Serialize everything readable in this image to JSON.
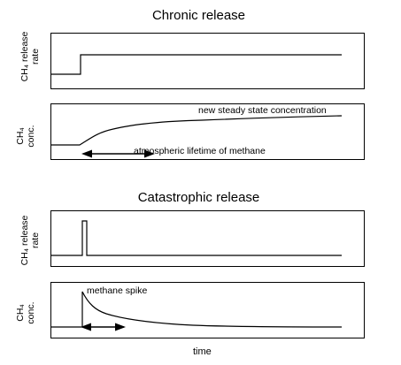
{
  "titles": {
    "chronic": "Chronic release",
    "catastrophic": "Catastrophic release"
  },
  "labels": {
    "release_rate_line1": "CH₄ release",
    "release_rate_line2": "rate",
    "conc_line1": "CH₄",
    "conc_line2": "conc.",
    "x_axis": "time"
  },
  "annotations": {
    "new_steady_state": "new steady state concentration",
    "atmospheric_lifetime": "atmospheric lifetime of methane",
    "methane_spike": "methane spike"
  }
}
